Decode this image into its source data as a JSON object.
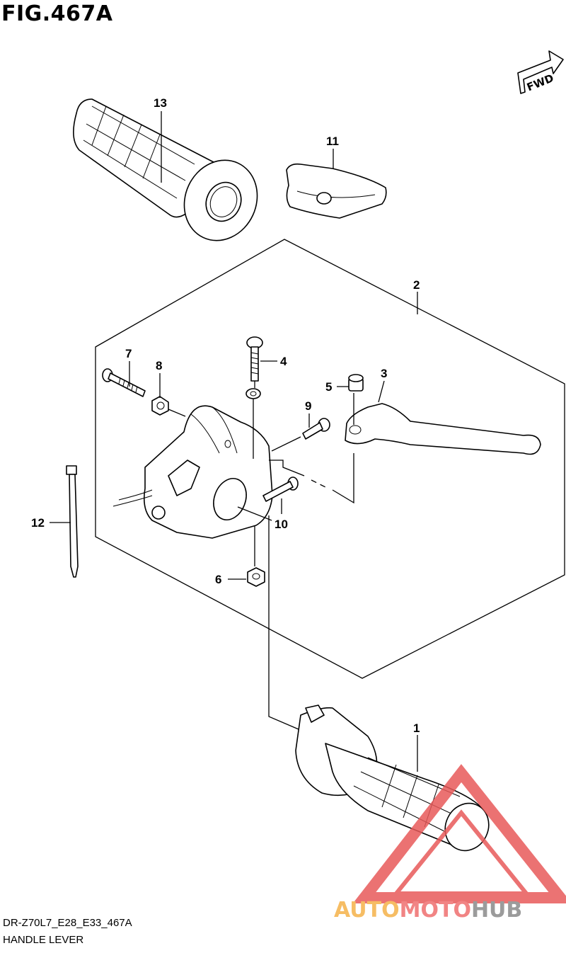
{
  "figure": {
    "title": "FIG.467A",
    "code": "DR-Z70L7_E28_E33_467A",
    "name": "HANDLE LEVER"
  },
  "fwd_label": "FWD",
  "callouts": [
    {
      "id": "13",
      "label": "13"
    },
    {
      "id": "11",
      "label": "11"
    },
    {
      "id": "2",
      "label": "2"
    },
    {
      "id": "7",
      "label": "7"
    },
    {
      "id": "8",
      "label": "8"
    },
    {
      "id": "4",
      "label": "4"
    },
    {
      "id": "5",
      "label": "5"
    },
    {
      "id": "3",
      "label": "3"
    },
    {
      "id": "9",
      "label": "9"
    },
    {
      "id": "12",
      "label": "12"
    },
    {
      "id": "10",
      "label": "10"
    },
    {
      "id": "6",
      "label": "6"
    },
    {
      "id": "1",
      "label": "1"
    }
  ],
  "watermark": {
    "part1": "AUTO",
    "part2": "MOTO",
    "part3": "HUB",
    "colors": {
      "auto": "#f5b24a",
      "moto": "#ef6f6f",
      "hub": "#8a8a8a",
      "triangle": "#e85a5a"
    }
  }
}
